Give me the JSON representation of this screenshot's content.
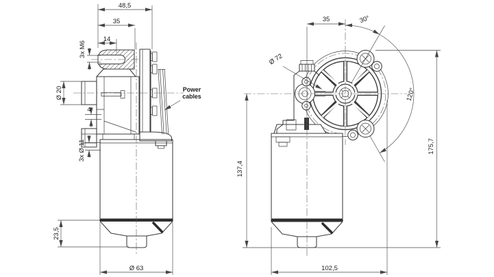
{
  "drawing": {
    "background": "#ffffff",
    "line_color": "#3a3a3a",
    "views": {
      "side": {
        "dim_overall_depth": "48,5",
        "dim_gearbox_depth": "35",
        "dim_thread_depth": "14",
        "label_tapped_holes": "3x M6",
        "dim_shaft_diameter": "Ø 20",
        "dim_step": "4",
        "label_mount_holes": "3x Ø 11",
        "dim_cap_height": "23,5",
        "dim_motor_diameter": "Ø 63",
        "label_power_cables_line1": "Power",
        "label_power_cables_line2": "cables"
      },
      "front": {
        "dim_axis_offset": "35",
        "dim_hole_angle": "30°",
        "dim_hole_spacing_angle": "120°",
        "dim_bolt_circle": "Ø 72",
        "dim_axis_to_bottom": "137,4",
        "dim_overall_height": "175,7",
        "dim_overall_width": "102,5"
      }
    }
  }
}
